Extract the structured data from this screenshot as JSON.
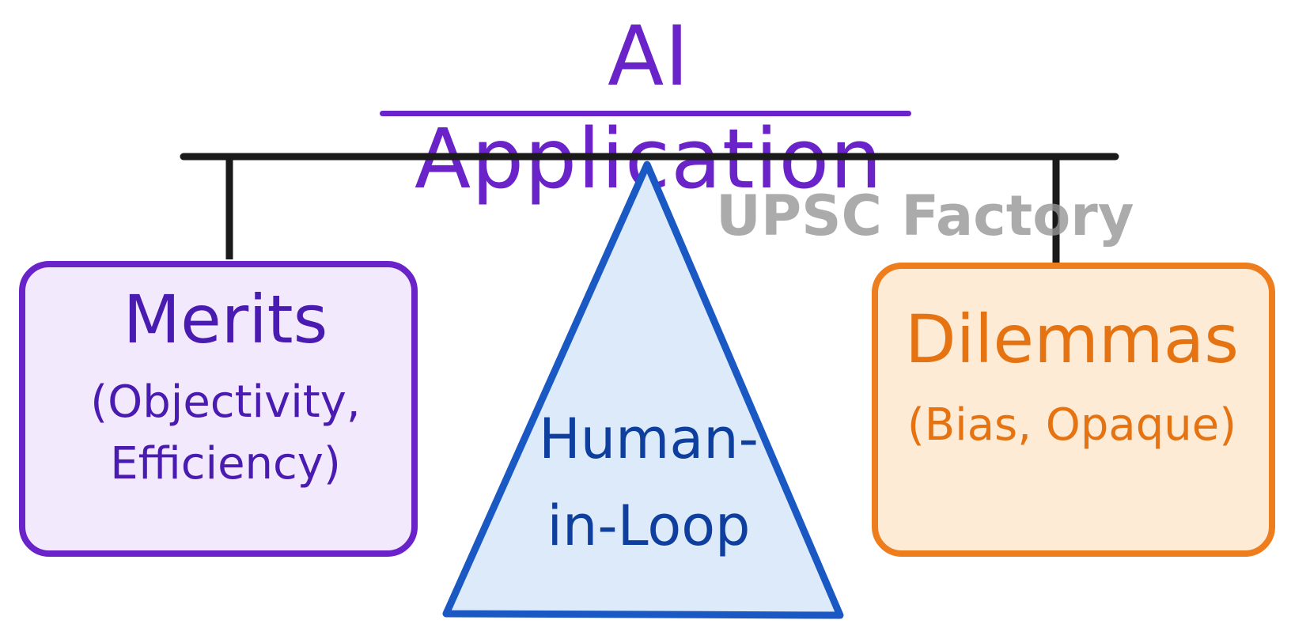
{
  "title": "AI Application",
  "merits": {
    "title": "Merits",
    "line1": "(Objectivity,",
    "line2": "Efficiency)"
  },
  "center": {
    "line1": "Human-",
    "line2": "in-Loop"
  },
  "dilemmas": {
    "title": "Dilemmas",
    "sub": "(Bias, Opaque)"
  },
  "watermark": "UPSC Factory",
  "colors": {
    "title": "#6a22c9",
    "merits_border": "#6a22c9",
    "merits_fill": "#f2e9fc",
    "dilemmas_border": "#ee7d1e",
    "dilemmas_fill": "#fdebd6",
    "triangle_border": "#1a58c3",
    "triangle_fill": "#dceaf9",
    "beam": "#1a1a1a"
  }
}
